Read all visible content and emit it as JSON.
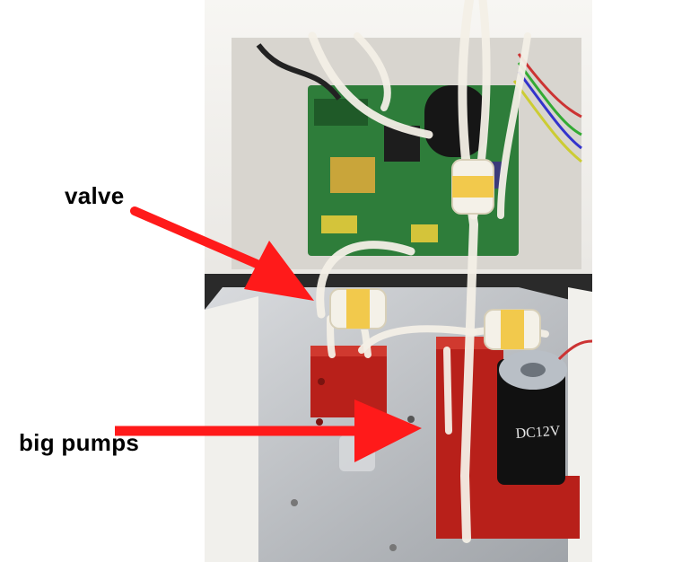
{
  "labels": {
    "valve": "valve",
    "pumps": "big pumps"
  },
  "photo": {
    "motor_text": "DC12V"
  },
  "colors": {
    "arrow": "#ff1a1a",
    "pump_block": "#b8201a",
    "circuit_board": "#2e7d3a",
    "motor_body": "#111111",
    "filter": "#f2c94c",
    "housing": "#f4f3f0",
    "tray": "#b9bcc0"
  }
}
